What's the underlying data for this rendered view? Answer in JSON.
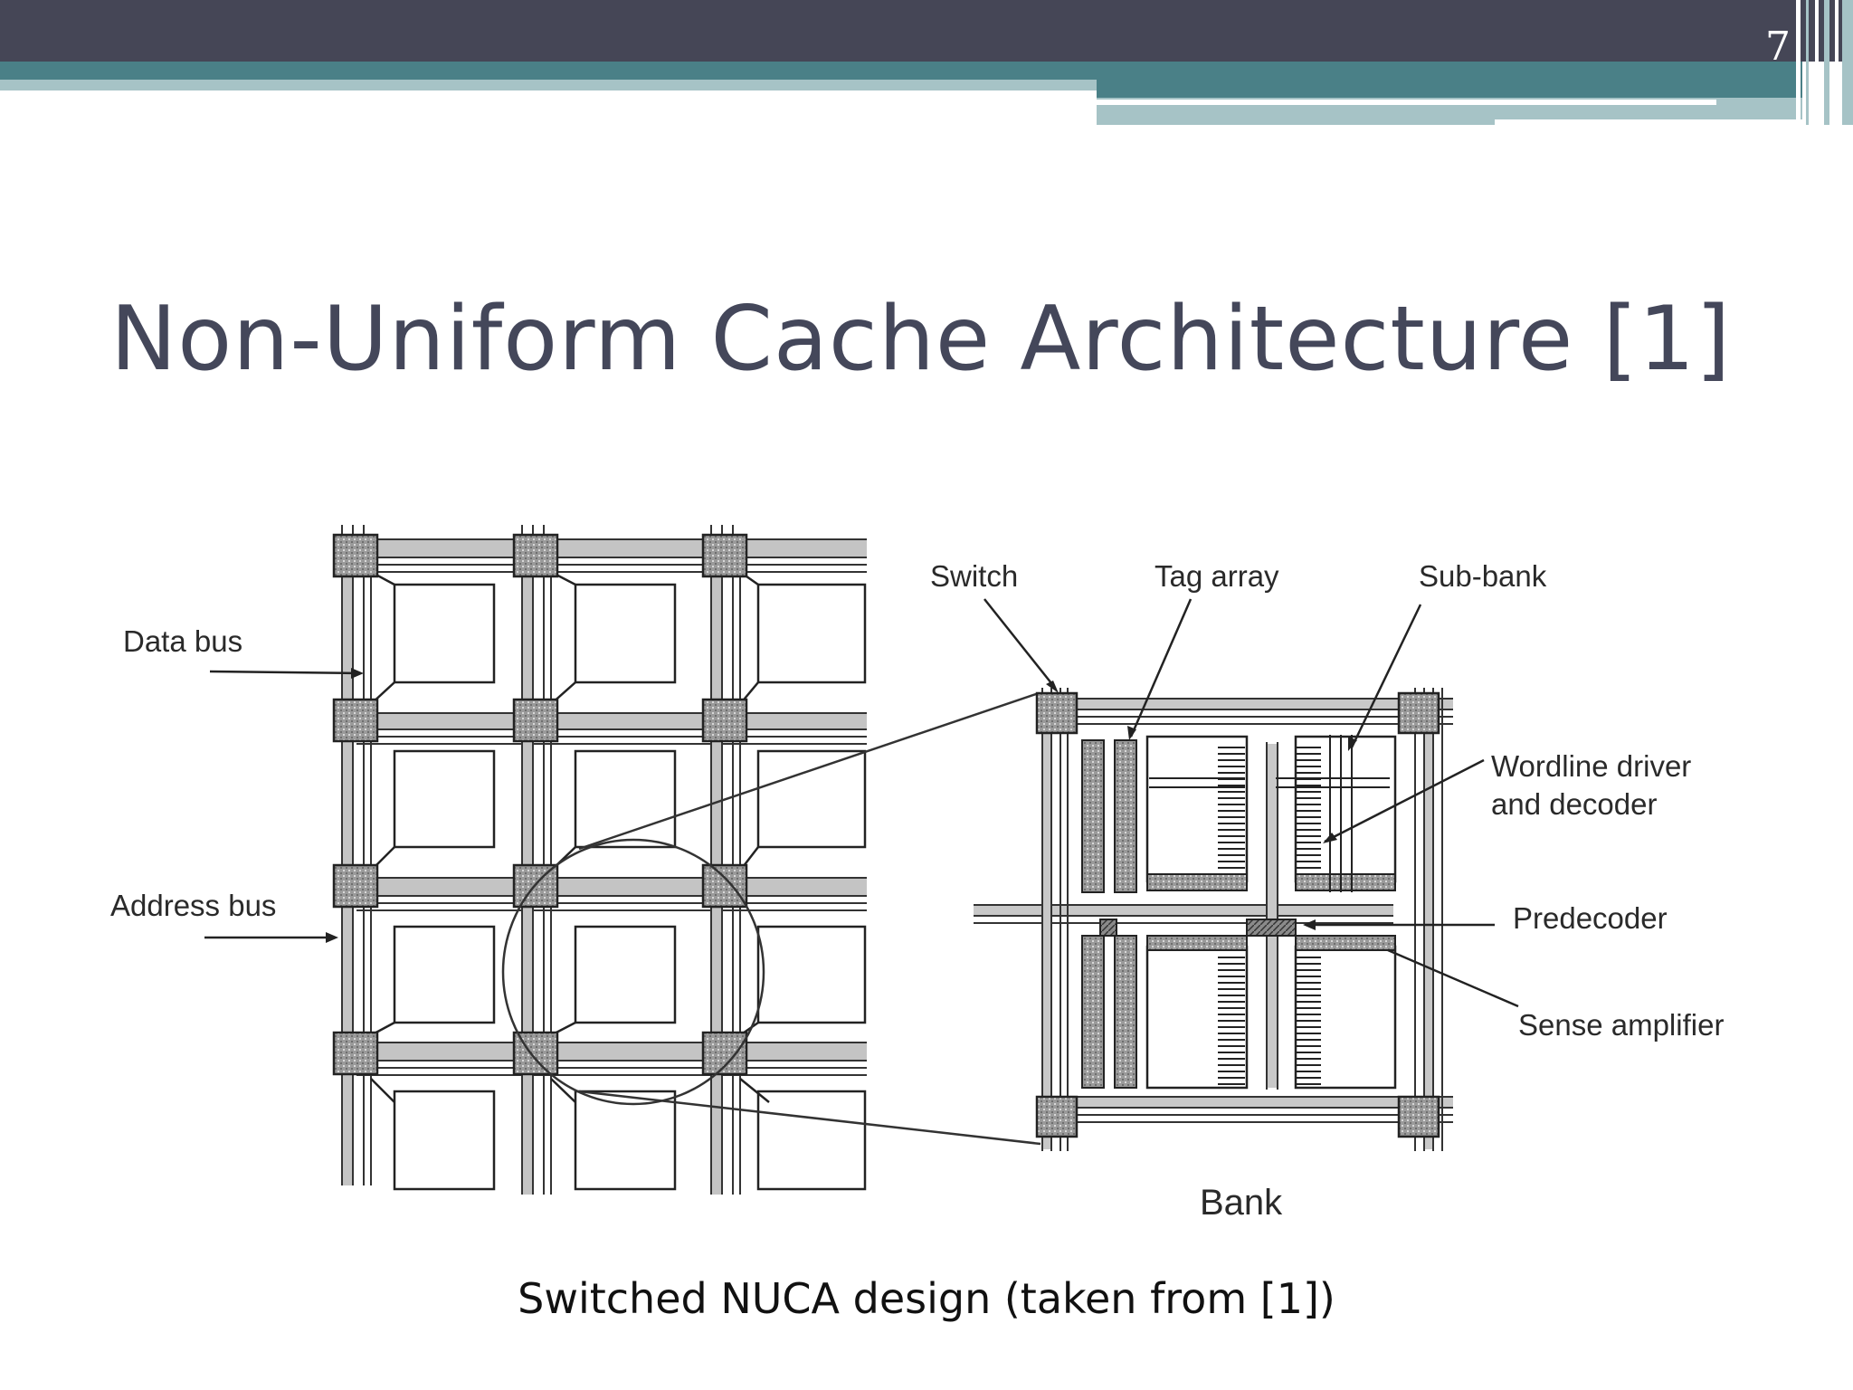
{
  "slide": {
    "page_number": "7",
    "title": "Non-Uniform Cache Architecture [1]",
    "caption": "Switched NUCA design (taken from [1])"
  },
  "diagram": {
    "labels": {
      "data_bus": "Data bus",
      "address_bus": "Address bus",
      "switch": "Switch",
      "tag_array": "Tag array",
      "sub_bank": "Sub-bank",
      "wordline_line1": "Wordline driver",
      "wordline_line2": "and decoder",
      "predecoder": "Predecoder",
      "sense_amplifier": "Sense amplifier",
      "bank": "Bank"
    }
  },
  "colors": {
    "top_bar": "#454656",
    "accent_teal": "#4a8087",
    "accent_light": "#a6c3c6",
    "title_text": "#44475a"
  }
}
